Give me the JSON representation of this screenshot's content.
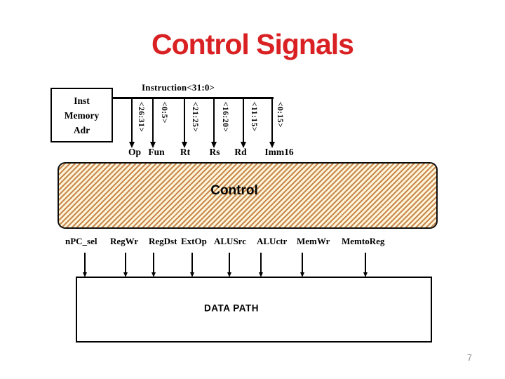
{
  "slide": {
    "title": "Control Signals",
    "page_number": "7"
  },
  "diagram": {
    "instruction_label": "Instruction<31:0>",
    "inst_memory": {
      "line1": "Inst",
      "line2": "Memory",
      "line3": "Adr"
    },
    "fields": [
      {
        "range": "<26:31>",
        "name": "Op"
      },
      {
        "range": "<0:5>",
        "name": "Fun"
      },
      {
        "range": "<21:25>",
        "name": "Rt"
      },
      {
        "range": "<16:20>",
        "name": "Rs"
      },
      {
        "range": "<11:15>",
        "name": "Rd"
      },
      {
        "range": "<0:15>",
        "name": "Imm16"
      }
    ],
    "control_label": "Control",
    "signals": [
      "nPC_sel",
      "RegWr",
      "RegDst",
      "ExtOp",
      "ALUSrc",
      "ALUctr",
      "MemWr",
      "MemtoReg"
    ],
    "datapath_label": "DATA PATH"
  },
  "colors": {
    "title_red": "#d92123",
    "hatch_stripe": "#c9884f",
    "hatch_background": "#fdf6da",
    "line_black": "#000000",
    "page_number_gray": "#8a8a8a"
  }
}
